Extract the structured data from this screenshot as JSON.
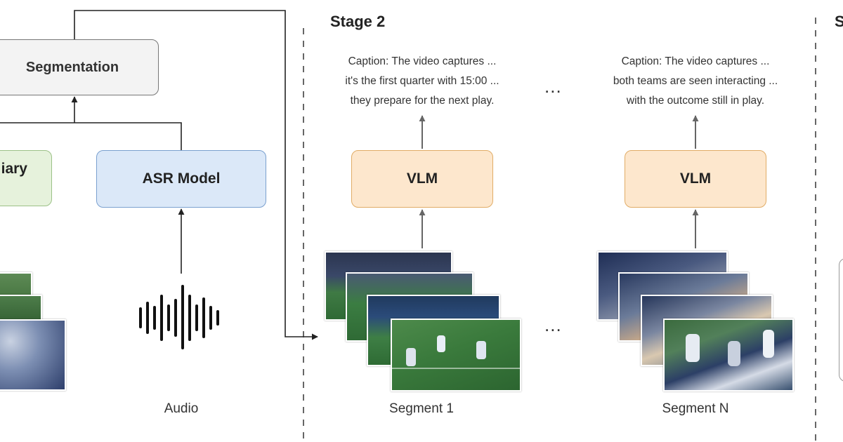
{
  "stages": {
    "stage2_title": "Stage 2",
    "stage3_title_partial": "S"
  },
  "stage1": {
    "segmentation_label": "Segmentation",
    "auxiliary_label_partial": "iary",
    "asr_label": "ASR Model",
    "audio_label": "Audio"
  },
  "stage2": {
    "vlm_left_label": "VLM",
    "vlm_right_label": "VLM",
    "caption_left": [
      "Caption: The video captures ...",
      "it's the first quarter with 15:00 ...",
      "they prepare for the next play."
    ],
    "caption_right": [
      "Caption: The video captures ...",
      "both teams are seen interacting ...",
      "with the outcome still in play."
    ],
    "ellipsis_top": "...",
    "ellipsis_bottom": "...",
    "segment_first_label": "Segment 1",
    "segment_last_label": "Segment N"
  },
  "colors": {
    "segmentation_fill": "#f3f3f3",
    "segmentation_border": "#777777",
    "auxiliary_fill": "#e6f2dc",
    "auxiliary_border": "#9cc187",
    "asr_fill": "#dbe8f8",
    "asr_border": "#7aa0cf",
    "vlm_fill": "#fde7cd",
    "vlm_border": "#e1ac66",
    "separator": "#555555"
  }
}
